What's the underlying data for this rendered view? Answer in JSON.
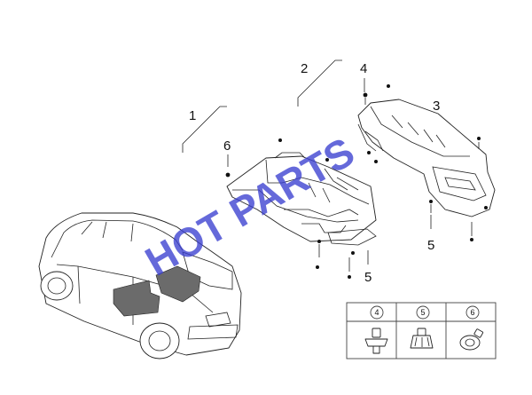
{
  "callouts": [
    "1",
    "2",
    "3",
    "4",
    "5",
    "5",
    "6"
  ],
  "watermark": "HOT PARTS",
  "legend": {
    "headers": [
      "4",
      "5",
      "6"
    ],
    "fasteners": [
      "clip-fastener-icon",
      "push-rivet-icon",
      "screw-grommet-icon"
    ]
  }
}
